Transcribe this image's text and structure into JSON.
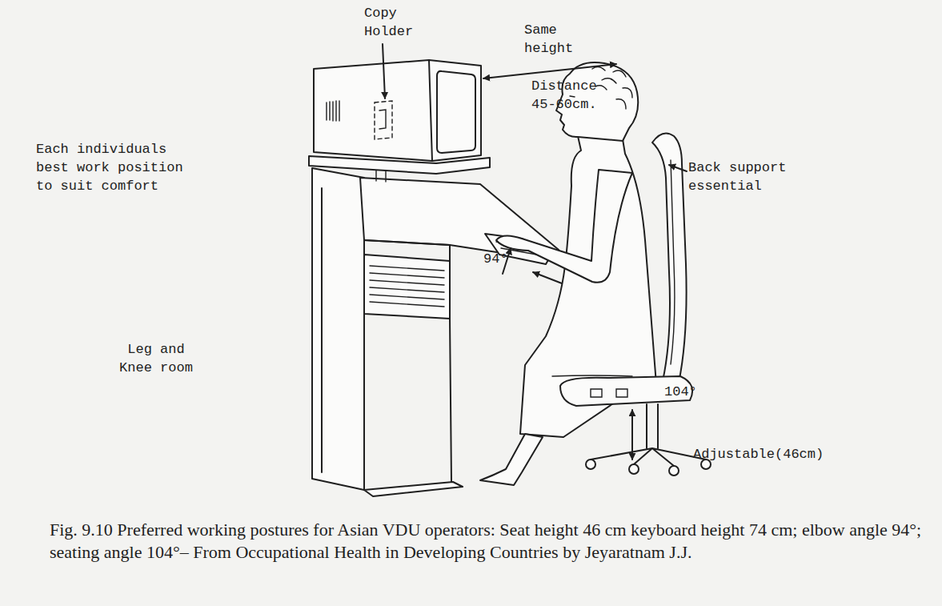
{
  "diagram": {
    "caption": "Fig. 9.10 Preferred working postures for Asian VDU operators: Seat height 46 cm keyboard height 74 cm; elbow angle 94°; seating angle 104°– From Occupational Health in Developing Countries by Jeyaratnam J.J.",
    "labels": [
      "Copy Holder",
      "Same height",
      "Distance 45-60cm.",
      "Each individuals best work position to suit comfort",
      "Back support essential",
      "94°",
      "104°",
      "Adjustable(46cm)",
      "Leg and Knee room"
    ]
  }
}
